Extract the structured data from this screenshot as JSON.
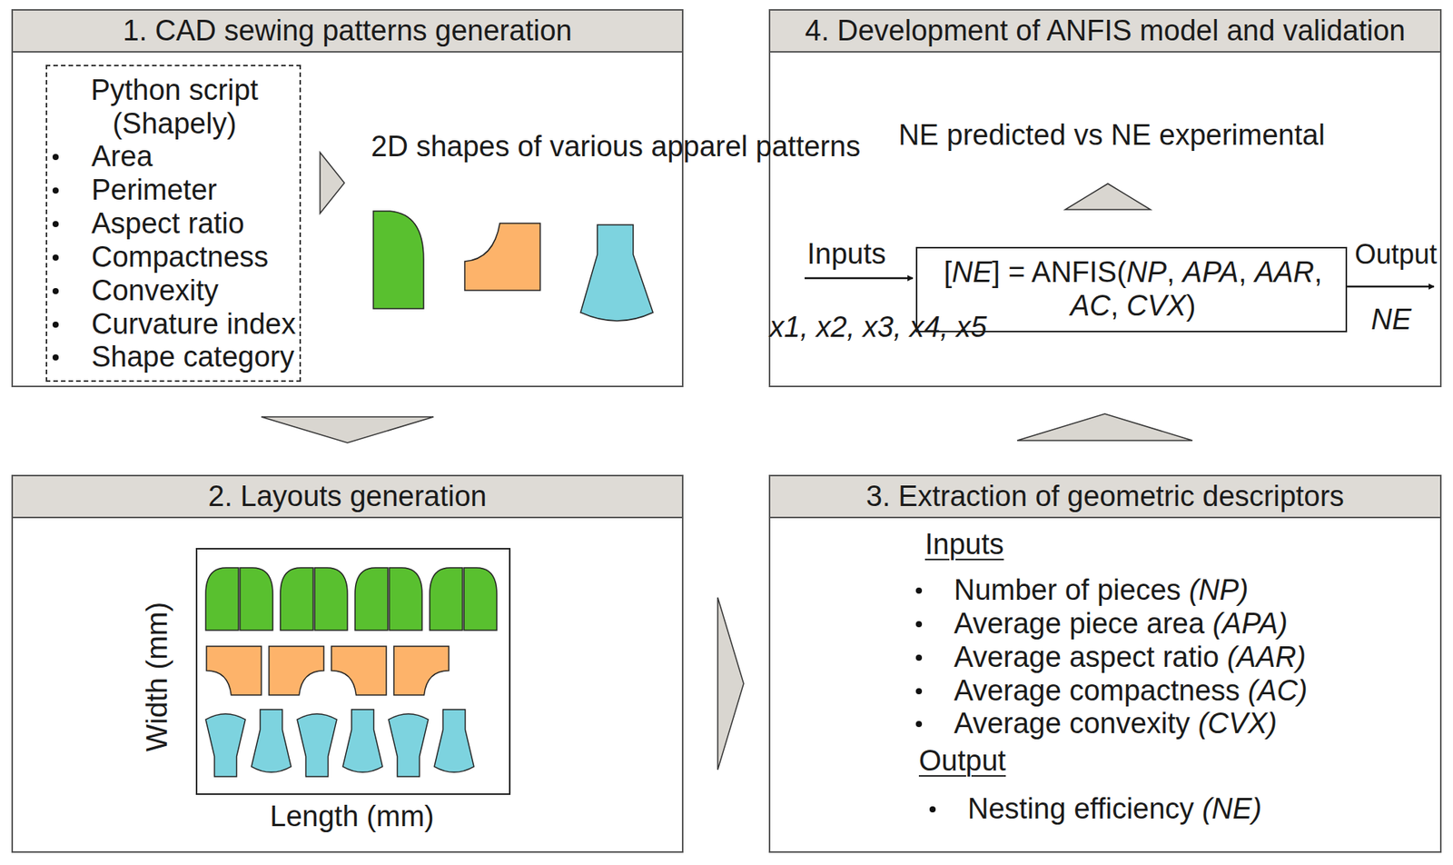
{
  "diagram": {
    "nodes": [
      {
        "text": [
          "1. CAD sewing patterns generation"
        ]
      },
      {
        "text": [
          "Python script (Shapely)",
          "Area",
          "Perimeter",
          "Aspect ratio",
          "Compactness",
          "Convexity",
          "Curvature index",
          "Shape category"
        ],
        "in": 0
      },
      {
        "text": [
          "2. Layouts generation"
        ]
      },
      {
        "text": [
          "3. Extraction of geometric descriptors",
          "Inputs",
          "Number of pieces (NP)",
          "Average piece area (APA)",
          "Average aspect ratio (AAR)",
          "Average compactness (AC)",
          "Average convexity (CVX)",
          "Output",
          "Nesting efficiency (NE)"
        ]
      },
      {
        "text": [
          "4. Development of ANFIS model and validation",
          "NE predicted vs NE experimental"
        ]
      },
      {
        "text": [
          "[NE] = ANFIS(NP, APA, AAR, AC, CVX)"
        ],
        "in": 4
      }
    ],
    "edges": [
      {
        "from": 0,
        "to": 2,
        "arrow": "to"
      },
      {
        "from": 2,
        "to": 3,
        "arrow": "to"
      },
      {
        "from": 3,
        "to": 4,
        "arrow": "to"
      }
    ],
    "labels": [
      "2D shapes of various apparel patterns",
      "Width (mm)",
      "Length (mm)",
      "Inputs",
      "x1, x2, x3, x4, x5",
      "Output",
      "NE"
    ]
  }
}
